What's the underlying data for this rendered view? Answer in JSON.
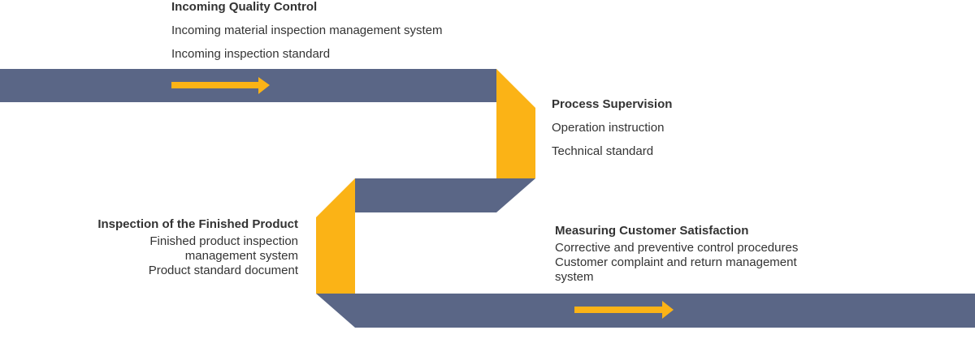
{
  "colors": {
    "ribbon": "#5a6686",
    "ribbon_fold": "#fbb316",
    "arrow": "#fbb316",
    "text": "#333333"
  },
  "stages": {
    "incoming": {
      "title": "Incoming Quality Control",
      "lines": [
        "Incoming material inspection management system",
        "Incoming inspection standard"
      ]
    },
    "process": {
      "title": "Process Supervision",
      "lines": [
        "Operation instruction",
        "Technical standard"
      ]
    },
    "finished": {
      "title": "Inspection of the Finished Product",
      "lines": [
        "Finished product inspection",
        "management system",
        "Product standard document"
      ]
    },
    "customer": {
      "title": "Measuring Customer Satisfaction",
      "lines": [
        "Corrective and preventive control procedures",
        "Customer complaint and return management",
        "system"
      ]
    }
  }
}
